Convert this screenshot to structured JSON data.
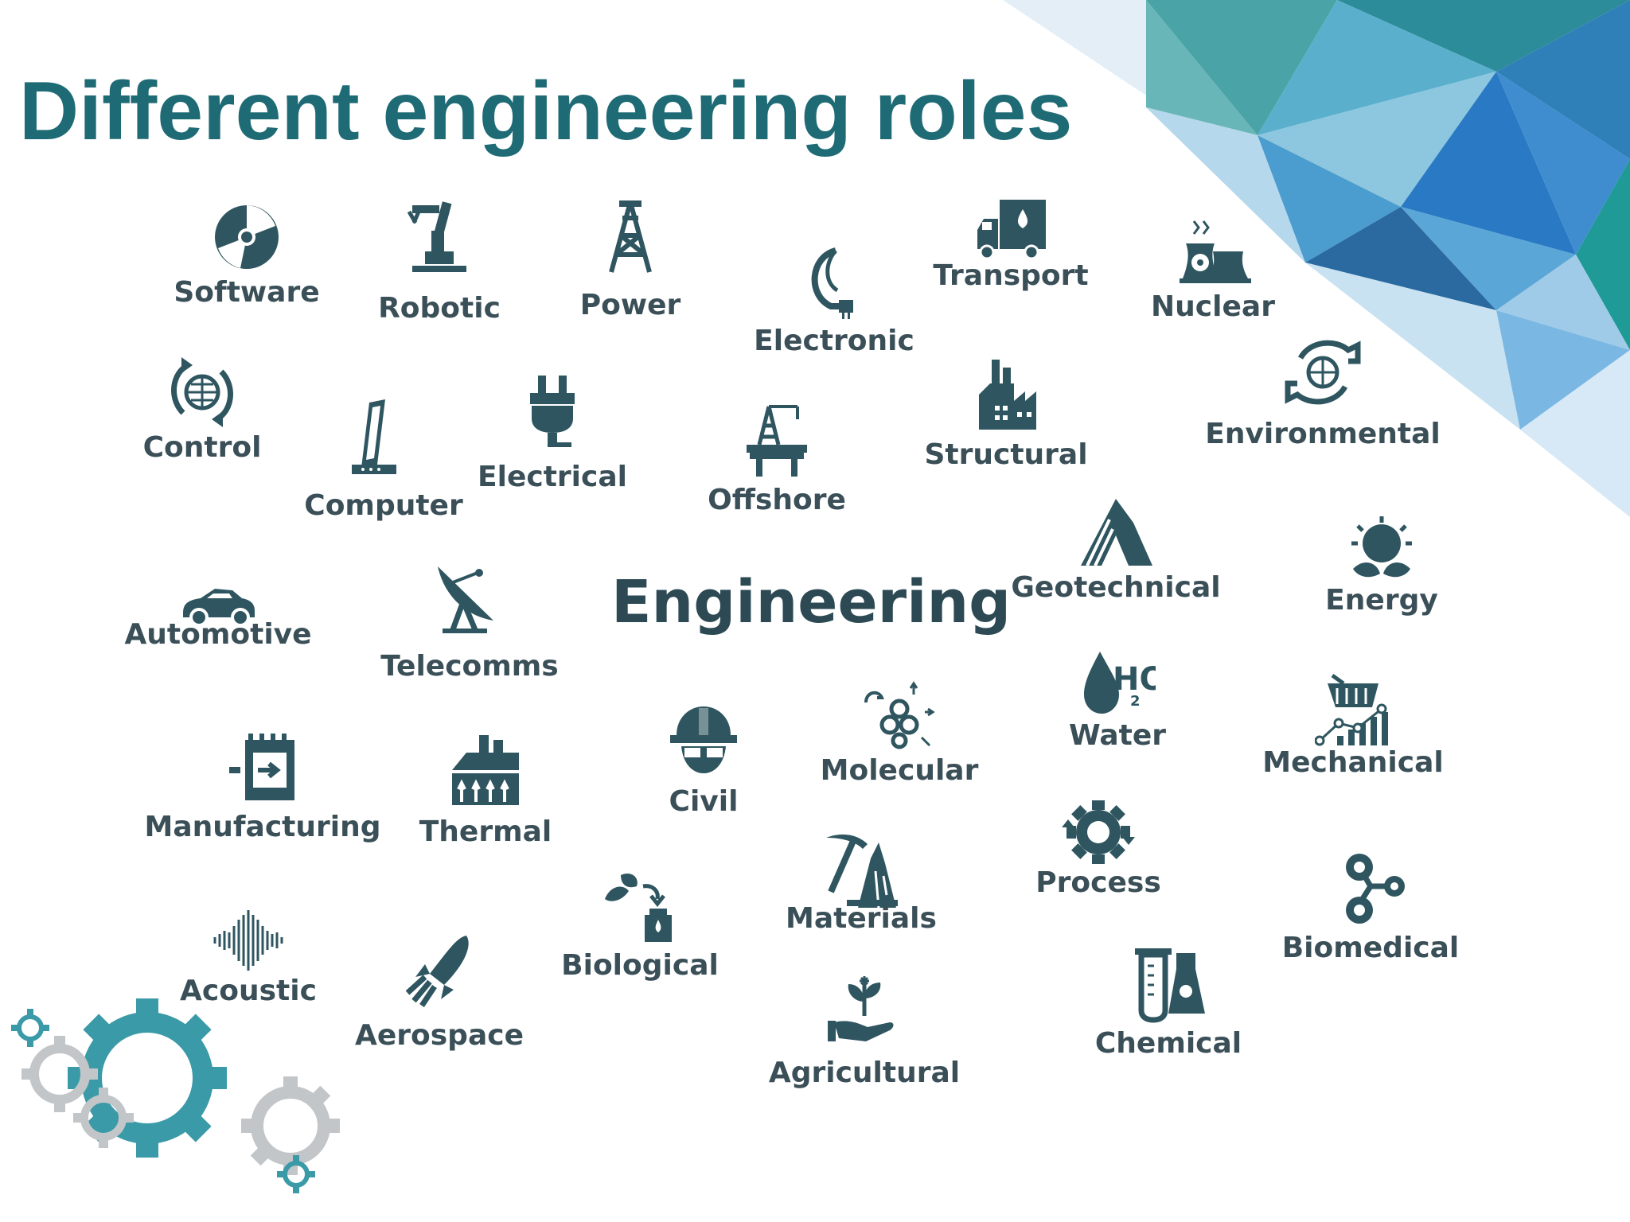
{
  "slide": {
    "title": "Different engineering roles",
    "center_word": "Engineering"
  },
  "colors": {
    "title": "#1f6b75",
    "icon": "#2f5660",
    "label": "#3a4f57",
    "gear_teal": "#3a9aa7",
    "gear_gray": "#c2c6c8"
  },
  "roles": [
    {
      "label": "Software",
      "icon": "disc-icon"
    },
    {
      "label": "Robotic",
      "icon": "robot-arm-icon"
    },
    {
      "label": "Power",
      "icon": "pylon-icon"
    },
    {
      "label": "Electronic",
      "icon": "cable-icon"
    },
    {
      "label": "Transport",
      "icon": "truck-icon"
    },
    {
      "label": "Nuclear",
      "icon": "nuclear-plant-icon"
    },
    {
      "label": "Control",
      "icon": "globe-cycle-icon"
    },
    {
      "label": "Computer",
      "icon": "laptop-icon"
    },
    {
      "label": "Electrical",
      "icon": "plug-icon"
    },
    {
      "label": "Offshore",
      "icon": "oil-rig-icon"
    },
    {
      "label": "Structural",
      "icon": "factory-icon"
    },
    {
      "label": "Environmental",
      "icon": "hands-globe-icon"
    },
    {
      "label": "Automotive",
      "icon": "car-icon"
    },
    {
      "label": "Telecomms",
      "icon": "satellite-dish-icon"
    },
    {
      "label": "Geotechnical",
      "icon": "mountain-icon"
    },
    {
      "label": "Energy",
      "icon": "bulb-leaf-icon"
    },
    {
      "label": "Manufacturing",
      "icon": "conveyor-icon"
    },
    {
      "label": "Thermal",
      "icon": "thermal-plant-icon"
    },
    {
      "label": "Civil",
      "icon": "hardhat-icon"
    },
    {
      "label": "Molecular",
      "icon": "molecule-icon"
    },
    {
      "label": "Water",
      "icon": "water-drop-icon"
    },
    {
      "label": "Mechanical",
      "icon": "cart-chart-icon"
    },
    {
      "label": "Biological",
      "icon": "leaves-flask-icon"
    },
    {
      "label": "Materials",
      "icon": "pickaxe-icon"
    },
    {
      "label": "Process",
      "icon": "gear-cycle-icon"
    },
    {
      "label": "Biomedical",
      "icon": "cells-icon"
    },
    {
      "label": "Acoustic",
      "icon": "soundwave-icon"
    },
    {
      "label": "Aerospace",
      "icon": "rocket-icon"
    },
    {
      "label": "Agricultural",
      "icon": "hand-sprout-icon"
    },
    {
      "label": "Chemical",
      "icon": "test-tube-icon"
    }
  ]
}
